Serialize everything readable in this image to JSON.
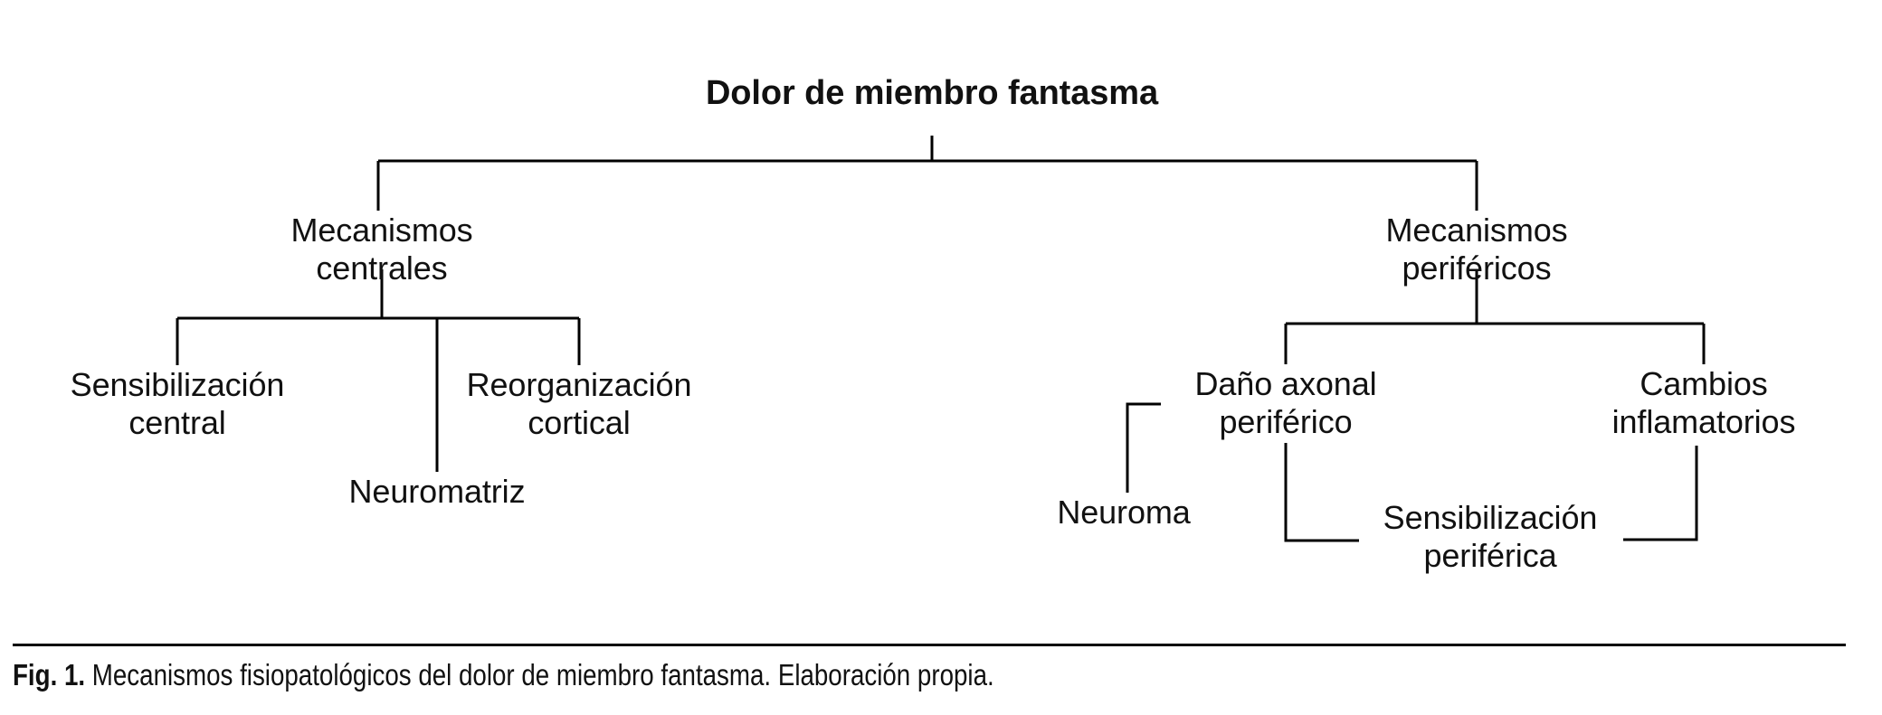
{
  "figure": {
    "caption_prefix": "Fig. 1.",
    "caption_text": " Mecanismos fisiopatológicos del dolor de miembro fantasma. Elaboración propia."
  },
  "colors": {
    "background": "#ffffff",
    "text": "#111111",
    "connector": "#000000"
  },
  "diagram": {
    "type": "tree",
    "root": {
      "id": "root",
      "label": "Dolor de miembro fantasma",
      "bold": true
    },
    "nodes": [
      {
        "id": "mecanismos-centrales",
        "label": "Mecanismos\ncentrales",
        "level": 1,
        "branch": "left"
      },
      {
        "id": "mecanismos-perifericos",
        "label": "Mecanismos\nperiféricos",
        "level": 1,
        "branch": "right"
      },
      {
        "id": "sensibilizacion-central",
        "label": "Sensibilización\ncentral",
        "level": 2,
        "parent": "mecanismos-centrales"
      },
      {
        "id": "neuromatriz",
        "label": "Neuromatriz",
        "level": 2,
        "parent": "mecanismos-centrales"
      },
      {
        "id": "reorganizacion-cortical",
        "label": "Reorganización\ncortical",
        "level": 2,
        "parent": "mecanismos-centrales"
      },
      {
        "id": "dano-axonal-periferico",
        "label": "Daño axonal\nperiférico",
        "level": 2,
        "parent": "mecanismos-perifericos"
      },
      {
        "id": "cambios-inflamatorios",
        "label": "Cambios\ninflamatorios",
        "level": 2,
        "parent": "mecanismos-perifericos"
      },
      {
        "id": "neuroma",
        "label": "Neuroma",
        "level": 3,
        "parent": "dano-axonal-periferico"
      },
      {
        "id": "sensibilizacion-periferica",
        "label": "Sensibilización\nperiférica",
        "level": 3,
        "parent": "dano-axonal-periferico"
      }
    ]
  }
}
